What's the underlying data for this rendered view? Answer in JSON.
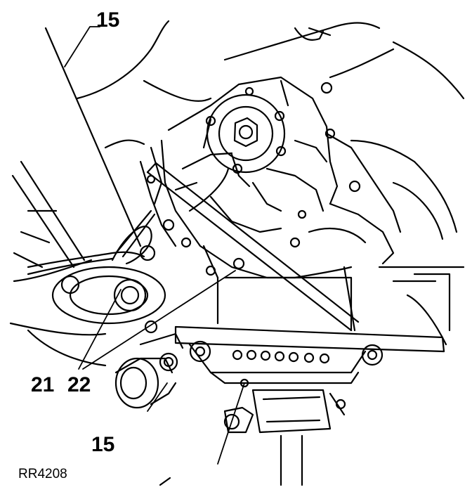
{
  "diagram": {
    "callouts": {
      "top_15": "15",
      "c21": "21",
      "c22": "22",
      "bottom_15": "15"
    },
    "reference": "RR4208",
    "ink_color": "#000000",
    "paper_color": "#ffffff"
  }
}
